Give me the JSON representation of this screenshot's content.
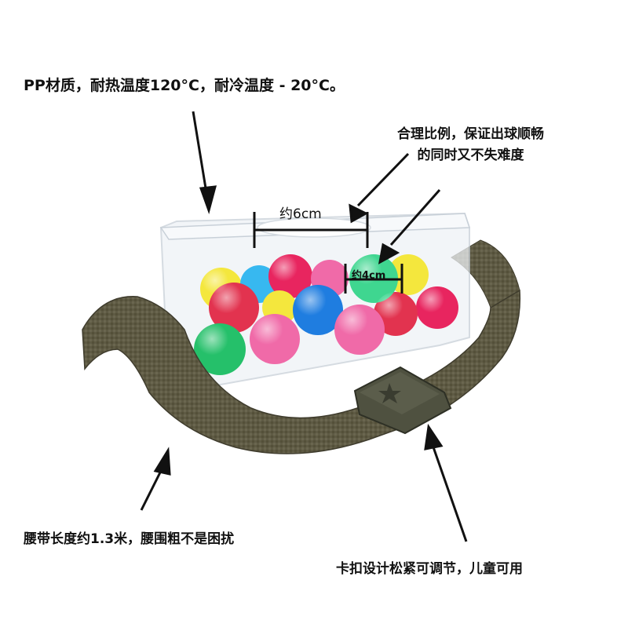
{
  "annotations": {
    "material": "PP材质，耐热温度120°C，耐冷温度 - 20°C。",
    "ratio_line1": "合理比例，保证出球顺畅",
    "ratio_line2": "的同时又不失难度",
    "belt": "腰带长度约1.3米，腰围粗不是困扰",
    "buckle": "卡扣设计松紧可调节，儿童可用"
  },
  "dimensions": {
    "opening": "约6cm",
    "ball": "约4cm"
  },
  "colors": {
    "strap": "#5e5a44",
    "buckle": "#4f5140",
    "text": "#111111"
  }
}
